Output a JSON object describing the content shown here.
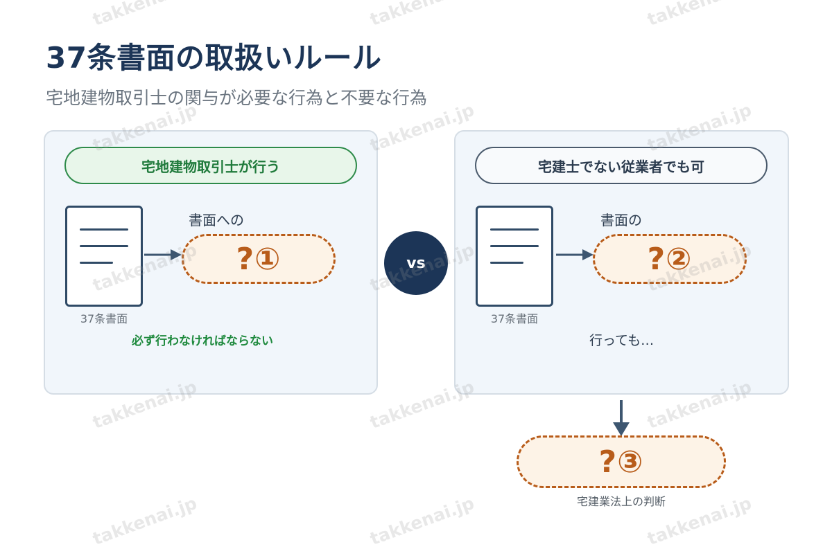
{
  "title": "37条書面の取扱いルール",
  "subtitle": "宅地建物取引士の関与が必要な行為と不要な行為",
  "left_panel": {
    "header": "宅地建物取引士が行う",
    "doc_caption": "37条書面",
    "action_label": "書面への",
    "blank": "?①",
    "note": "必ず行わなければならない"
  },
  "vs_label": "vs",
  "right_panel": {
    "header": "宅建士でない従業者でも可",
    "doc_caption": "37条書面",
    "action_label": "書面の",
    "blank": "?②",
    "note": "行っても…"
  },
  "result": {
    "blank": "?③",
    "caption": "宅建業法上の判断"
  },
  "watermark": "takkenai.jp",
  "colors": {
    "title": "#1c3557",
    "green": "#1f7a3b",
    "orange": "#b85c1a",
    "navy": "#1c3557"
  }
}
